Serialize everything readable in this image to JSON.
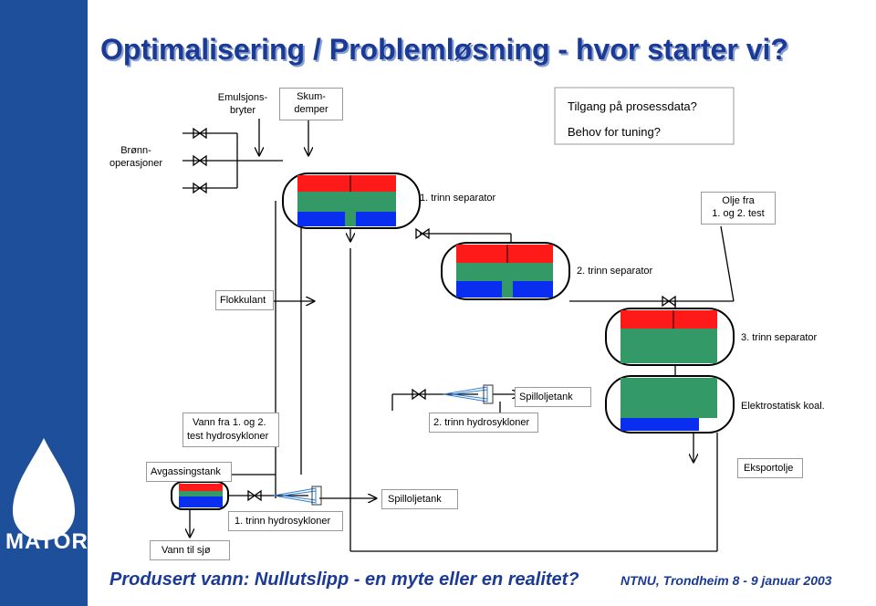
{
  "title": "Optimalisering / Problemløsning - hvor starter vi?",
  "labels": {
    "emulsjonsbryter_1": "Emulsjons-",
    "emulsjonsbryter_2": "bryter",
    "skumdemper_1": "Skum-",
    "skumdemper_2": "demper",
    "brønnoperasjoner_1": "Brønn-",
    "brønnoperasjoner_2": "operasjoner",
    "questions_1": "Tilgang på prosessdata?",
    "questions_2": "Behov for tuning?",
    "sep1": "1. trinn separator",
    "olje_1": "Olje fra",
    "olje_2": "1. og 2. test",
    "sep2": "2. trinn separator",
    "flokkulant": "Flokkulant",
    "sep3": "3. trinn separator",
    "spilloljetank_top": "Spilloljetank",
    "elektrostatisk": "Elektrostatisk koal.",
    "vann_1": "Vann fra 1. og 2.",
    "vann_2": "test hydrosykloner",
    "hydro2": "2. trinn hydrosykloner",
    "avgassingstank": "Avgassingstank",
    "eksportolje": "Eksportolje",
    "spilloljetank_bottom": "Spilloljetank",
    "hydro1": "1. trinn hydrosykloner",
    "vann_til_sjo": "Vann til sjø"
  },
  "footer": {
    "left": "Produsert vann: Nullutslipp - en myte eller en realitet?",
    "right": "NTNU, Trondheim 8 - 9 januar 2003"
  },
  "logo": {
    "text": "MATOR"
  },
  "colors": {
    "oil": "#ff1a1a",
    "emulsion": "#339966",
    "water": "#0a2ef0",
    "brand": "#1e4f9a",
    "title": "#1a3a95"
  }
}
